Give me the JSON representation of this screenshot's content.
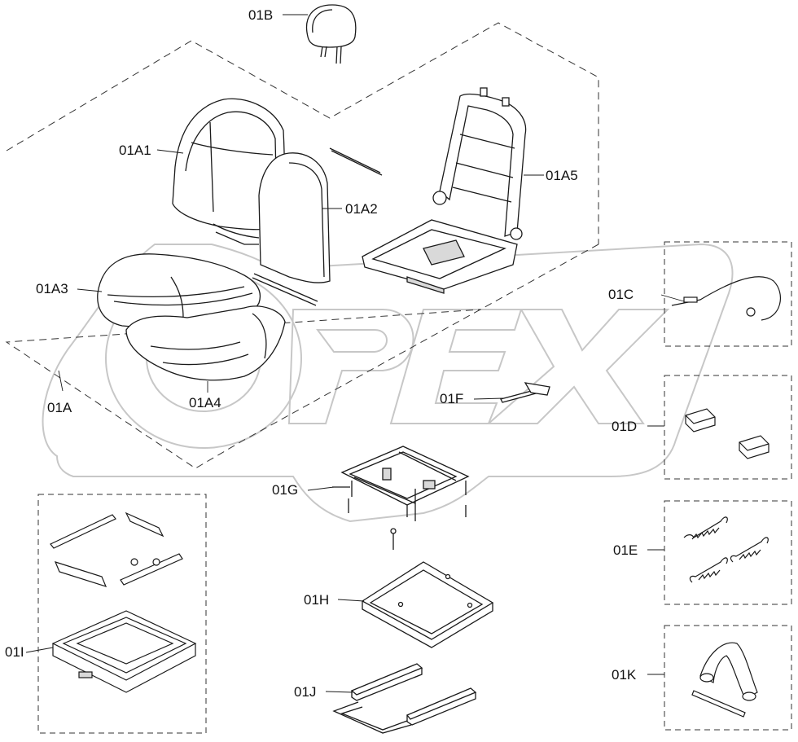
{
  "watermark": "OPEX",
  "colors": {
    "line": "#1a1a1a",
    "dash": "#333333",
    "watermark": "#9a9a9a",
    "fill": "#ffffff",
    "shade": "#d9d9d9"
  },
  "labels": {
    "l01B": "01B",
    "l01A1": "01A1",
    "l01A2": "01A2",
    "l01A5": "01A5",
    "l01A3": "01A3",
    "l01A4": "01A4",
    "l01A": "01A",
    "l01C": "01C",
    "l01F": "01F",
    "l01D": "01D",
    "l01G": "01G",
    "l01E": "01E",
    "l01H": "01H",
    "l01I": "01I",
    "l01J": "01J",
    "l01K": "01K"
  }
}
